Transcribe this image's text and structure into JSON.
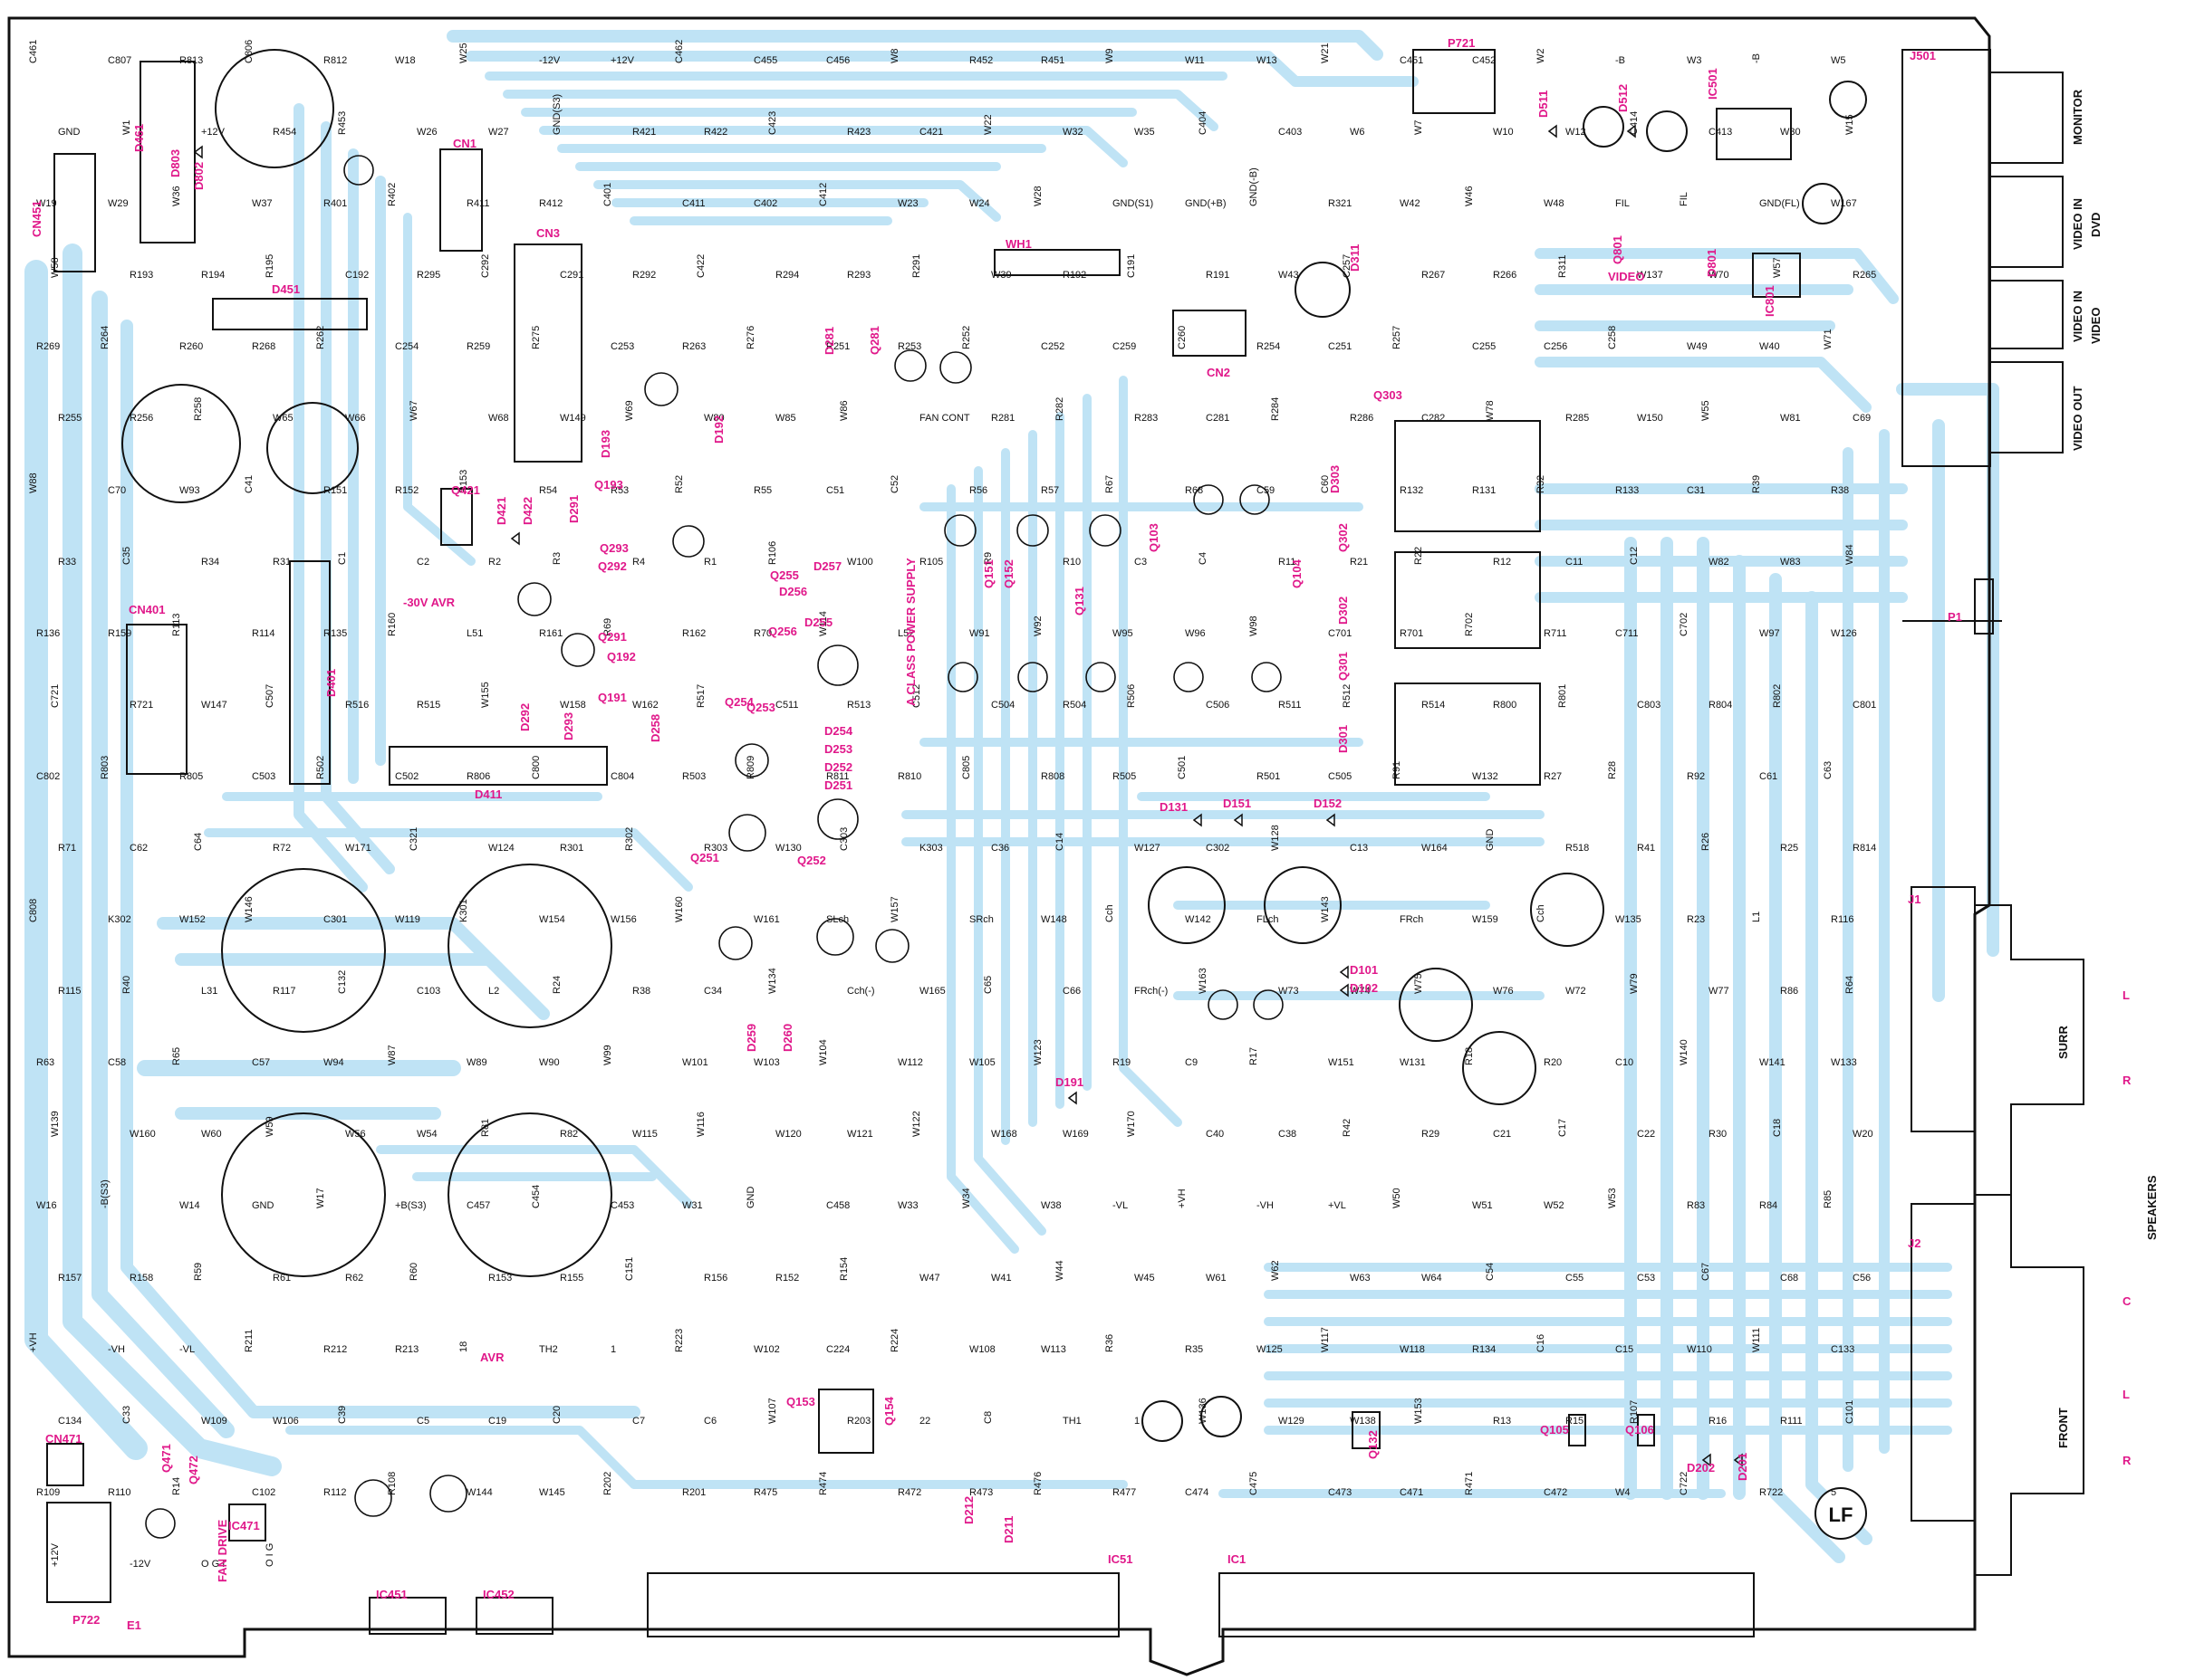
{
  "colors": {
    "trace": "#bfe3f5",
    "trace_dark": "#9fd2ee",
    "outline": "#111111",
    "ref_accent": "#e0188a",
    "background": "#ffffff"
  },
  "board": {
    "big_caps": [
      "C401",
      "C402",
      "C411",
      "C412",
      "C451",
      "C452",
      "C461"
    ],
    "icons": [
      "pcb-outline-icon",
      "trace-icon",
      "capacitor-icon",
      "coil-icon",
      "diode-icon",
      "connector-icon",
      "lf-logo-icon"
    ]
  },
  "labels": {
    "magenta": [
      "P721",
      "J501",
      "D511",
      "D512",
      "IC501",
      "D311",
      "Q801",
      "D801",
      "IC801",
      "VIDEO",
      "CN1",
      "CN3",
      "WH1",
      "CN2",
      "D461",
      "D803",
      "D802",
      "CN451",
      "D451",
      "Q421",
      "D421",
      "D422",
      "D291",
      "Q293",
      "Q292",
      "Q291",
      "Q192",
      "Q191",
      "D292",
      "D293",
      "D193",
      "Q193",
      "D192",
      "D281",
      "Q281",
      "D257",
      "Q255",
      "D256",
      "Q256",
      "D255",
      "Q254",
      "Q253",
      "D254",
      "D253",
      "D252",
      "D251",
      "Q251",
      "Q252",
      "D258",
      "D259",
      "D260",
      "CN401",
      "D401",
      "D411",
      "Q151",
      "Q152",
      "Q131",
      "Q103",
      "Q104",
      "D131",
      "D151",
      "D152",
      "D101",
      "D102",
      "D191",
      "Q303",
      "D303",
      "Q302",
      "D302",
      "Q301",
      "D301",
      "P1",
      "J1",
      "J2",
      "A CLASS POWER SUPPLY",
      "-30V AVR",
      "AVR",
      "CN471",
      "Q471",
      "Q472",
      "IC471",
      "FAN DRIVE",
      "P722",
      "E1",
      "IC451",
      "IC452",
      "Q153",
      "Q154",
      "IC51",
      "D212",
      "D211",
      "IC1",
      "Q132",
      "Q105",
      "Q106",
      "D202",
      "D201"
    ],
    "right_vertical": [
      "MONITOR",
      "VIDEO IN",
      "DVD",
      "VIDEO IN",
      "VIDEO",
      "VIDEO OUT",
      "SURR",
      "SPEAKERS",
      "FRONT"
    ],
    "right_pink_letters": [
      "L",
      "R",
      "C",
      "L",
      "R"
    ],
    "black": [
      "C461",
      "C807",
      "R813",
      "C806",
      "R812",
      "W18",
      "W25",
      "-12V",
      "+12V",
      "C462",
      "C455",
      "C456",
      "W8",
      "R452",
      "R451",
      "W9",
      "W11",
      "W13",
      "W21",
      "C451",
      "C452",
      "W2",
      "-B",
      "W3",
      "-B",
      "W5",
      "GND",
      "W1",
      "+12V",
      "R454",
      "R453",
      "W26",
      "W27",
      "GND(S3)",
      "R421",
      "R422",
      "C423",
      "R423",
      "C421",
      "W22",
      "W32",
      "W35",
      "C404",
      "C403",
      "W6",
      "W7",
      "W10",
      "W12",
      "C414",
      "C413",
      "W30",
      "W15",
      "W19",
      "W29",
      "W36",
      "W37",
      "R401",
      "R402",
      "R411",
      "R412",
      "C401",
      "C411",
      "C402",
      "C412",
      "W23",
      "W24",
      "W28",
      "GND(S1)",
      "GND(+B)",
      "GND(-B)",
      "R321",
      "W42",
      "W46",
      "W48",
      "FIL",
      "FIL",
      "GND(FL)",
      "W167",
      "W58",
      "R193",
      "R194",
      "R195",
      "C192",
      "R295",
      "C292",
      "C291",
      "R292",
      "C422",
      "R294",
      "R293",
      "R291",
      "W39",
      "R192",
      "C191",
      "R191",
      "W43",
      "C257",
      "R267",
      "R266",
      "R311",
      "W137",
      "W70",
      "W57",
      "R265",
      "R269",
      "R264",
      "R260",
      "R268",
      "R262",
      "C254",
      "R259",
      "R275",
      "C253",
      "R263",
      "R276",
      "R251",
      "R253",
      "R252",
      "C252",
      "C259",
      "C260",
      "R254",
      "C251",
      "R257",
      "C255",
      "C256",
      "C258",
      "W49",
      "W40",
      "W71",
      "R255",
      "R256",
      "R258",
      "W65",
      "W66",
      "W67",
      "W68",
      "W149",
      "W69",
      "W80",
      "W85",
      "W86",
      "FAN CONT",
      "R281",
      "R282",
      "R283",
      "C281",
      "R284",
      "R286",
      "C282",
      "W78",
      "R285",
      "W150",
      "W55",
      "W81",
      "C69",
      "W88",
      "C70",
      "W93",
      "C41",
      "R151",
      "R152",
      "R153",
      "R54",
      "R53",
      "R52",
      "R55",
      "C51",
      "C52",
      "R56",
      "R57",
      "R67",
      "R68",
      "C59",
      "C60",
      "R132",
      "R131",
      "R32",
      "R133",
      "C31",
      "R39",
      "R38",
      "R33",
      "C35",
      "R34",
      "R31",
      "C1",
      "C2",
      "R2",
      "R3",
      "R4",
      "R1",
      "R106",
      "W100",
      "R105",
      "R9",
      "R10",
      "C3",
      "C4",
      "R11",
      "R21",
      "R22",
      "R12",
      "C11",
      "C12",
      "W82",
      "W83",
      "W84",
      "R136",
      "R159",
      "R113",
      "R114",
      "R135",
      "R160",
      "L51",
      "R161",
      "R69",
      "R162",
      "R70",
      "W114",
      "L52",
      "W91",
      "W92",
      "W95",
      "W96",
      "W98",
      "C701",
      "R701",
      "R702",
      "R711",
      "C711",
      "C702",
      "W97",
      "W126",
      "C721",
      "R721",
      "W147",
      "C507",
      "R516",
      "R515",
      "W155",
      "W158",
      "W162",
      "R517",
      "C511",
      "R513",
      "C512",
      "C504",
      "R504",
      "R506",
      "C506",
      "R511",
      "R512",
      "R514",
      "R800",
      "R801",
      "C803",
      "R804",
      "R802",
      "C801",
      "C802",
      "R803",
      "R805",
      "C503",
      "R502",
      "C502",
      "R806",
      "C800",
      "C804",
      "R503",
      "R809",
      "R811",
      "R810",
      "C805",
      "R808",
      "R505",
      "C501",
      "R501",
      "C505",
      "R91",
      "W132",
      "R27",
      "R28",
      "R92",
      "C61",
      "C63",
      "R71",
      "C62",
      "C64",
      "R72",
      "W171",
      "C321",
      "W124",
      "R301",
      "R302",
      "R303",
      "W130",
      "C303",
      "K303",
      "C36",
      "C14",
      "W127",
      "C302",
      "W128",
      "C13",
      "W164",
      "GND",
      "R518",
      "R41",
      "R26",
      "R25",
      "R814",
      "C808",
      "K302",
      "W152",
      "W146",
      "C301",
      "W119",
      "K301",
      "W154",
      "W156",
      "W160",
      "W161",
      "SLch",
      "W157",
      "SRch",
      "W148",
      "Cch",
      "W142",
      "FLch",
      "W143",
      "FRch",
      "W159",
      "Cch",
      "W135",
      "R23",
      "L1",
      "R116",
      "R115",
      "R40",
      "L31",
      "R117",
      "C132",
      "C103",
      "L2",
      "R24",
      "R38",
      "C34",
      "W134",
      "Cch(-)",
      "W165",
      "C65",
      "C66",
      "FRch(-)",
      "W163",
      "W73",
      "W74",
      "W75",
      "W76",
      "W72",
      "W79",
      "W77",
      "R86",
      "R64",
      "R63",
      "C58",
      "R65",
      "C57",
      "W94",
      "W87",
      "W89",
      "W90",
      "W99",
      "W101",
      "W103",
      "W104",
      "W112",
      "W105",
      "W123",
      "R19",
      "C9",
      "R17",
      "W151",
      "W131",
      "R18",
      "R20",
      "C10",
      "W140",
      "W141",
      "W133",
      "W139",
      "W160",
      "W60",
      "W59",
      "W56",
      "W54",
      "R81",
      "R82",
      "W115",
      "W116",
      "W120",
      "W121",
      "W122",
      "W168",
      "W169",
      "W170",
      "C40",
      "C38",
      "R42",
      "R29",
      "C21",
      "C17",
      "C22",
      "R30",
      "C18",
      "W20",
      "W16",
      "-B(S3)",
      "W14",
      "GND",
      "W17",
      "+B(S3)",
      "C457",
      "C454",
      "C453",
      "W31",
      "GND",
      "C458",
      "W33",
      "W34",
      "W38",
      "-VL",
      "+VH",
      "-VH",
      "+VL",
      "W50",
      "W51",
      "W52",
      "W53",
      "R83",
      "R84",
      "R85",
      "R157",
      "R158",
      "R59",
      "R61",
      "R62",
      "R60",
      "R153",
      "R155",
      "C151",
      "R156",
      "R152",
      "R154",
      "W47",
      "W41",
      "W44",
      "W45",
      "W61",
      "W62",
      "W63",
      "W64",
      "C54",
      "C55",
      "C53",
      "C67",
      "C68",
      "C56",
      "+VH",
      "-VH",
      "-VL",
      "R211",
      "R212",
      "R213",
      "18",
      "TH2",
      "1",
      "R223",
      "W102",
      "C224",
      "R224",
      "W108",
      "W113",
      "R36",
      "R35",
      "W125",
      "W117",
      "W118",
      "R134",
      "C16",
      "C15",
      "W110",
      "W111",
      "C133",
      "C134",
      "C33",
      "W109",
      "W106",
      "C39",
      "C5",
      "C19",
      "C20",
      "C7",
      "C6",
      "W107",
      "R203",
      "22",
      "C8",
      "TH1",
      "1",
      "W136",
      "W129",
      "W138",
      "W153",
      "R13",
      "R15",
      "R107",
      "R16",
      "R111",
      "C101",
      "R109",
      "R110",
      "R14",
      "C102",
      "R112",
      "R108",
      "W144",
      "W145",
      "R202",
      "R201",
      "R475",
      "R474",
      "R472",
      "R473",
      "R476",
      "R477",
      "C474",
      "C475",
      "C473",
      "C471",
      "R471",
      "C472",
      "W4",
      "C722",
      "R722",
      "5",
      "+12V",
      "-12V",
      "O G I",
      "O I G"
    ]
  }
}
